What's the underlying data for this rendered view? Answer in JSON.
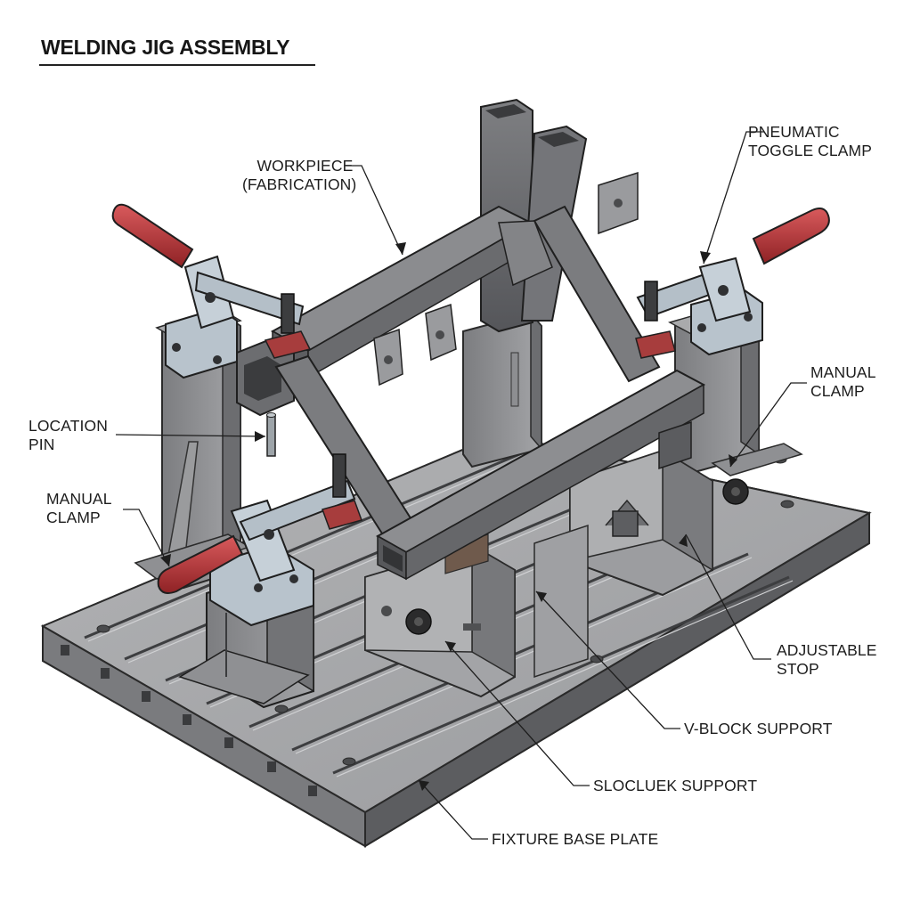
{
  "title": "WELDING JIG ASSEMBLY",
  "labels": {
    "workpiece_l1": "WORKPIECE",
    "workpiece_l2": "(FABRICATION)",
    "pneumatic_l1": "PNEUMATIC",
    "pneumatic_l2": "TOGGLE CLAMP",
    "manual_right_l1": "MANUAL",
    "manual_right_l2": "CLAMP",
    "location_l1": "LOCATION",
    "location_l2": "PIN",
    "manual_left_l1": "MANUAL",
    "manual_left_l2": "CLAMP",
    "adjustable_l1": "ADJUSTABLE",
    "adjustable_l2": "STOP",
    "vblock": "V-BLOCK SUPPORT",
    "slocluek": "SLOCLUEK SUPPORT",
    "baseplate": "FIXTURE BASE PLATE"
  },
  "colors": {
    "steel_light": "#a7a8aa",
    "steel_mid": "#8a8b8e",
    "steel_dark": "#5f6063",
    "tube": "#6d6e71",
    "clamp_silver": "#b8c3cc",
    "handle_red": "#b8363a",
    "ink": "#1d1d1d"
  }
}
